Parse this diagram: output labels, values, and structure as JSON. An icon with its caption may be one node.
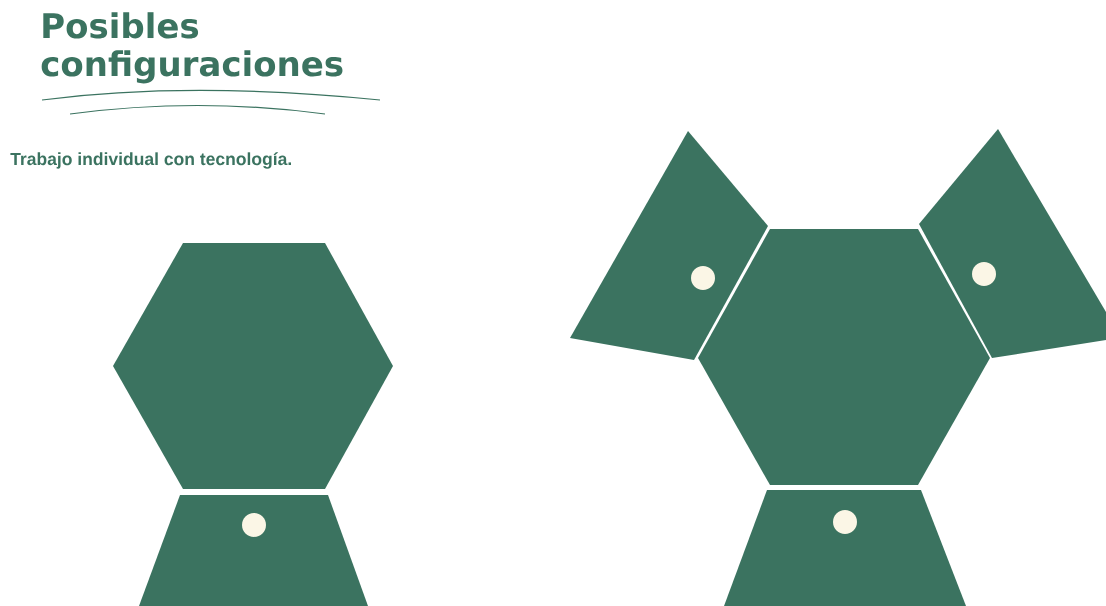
{
  "diagram": {
    "title": "Posibles configuraciones",
    "nodes": [
      {
        "text": [],
        "shape": "hexagon"
      },
      {
        "text": [],
        "shape": "trapezoid"
      },
      {
        "text": [],
        "shape": "circle",
        "in": 1
      },
      {
        "text": [],
        "shape": "quadrilateral"
      },
      {
        "text": [],
        "shape": "circle",
        "in": 3
      },
      {
        "text": [],
        "shape": "quadrilateral"
      },
      {
        "text": [],
        "shape": "circle",
        "in": 5
      },
      {
        "text": [],
        "shape": "hexagon"
      },
      {
        "text": [],
        "shape": "trapezoid"
      },
      {
        "text": [],
        "shape": "circle",
        "in": 8
      }
    ],
    "labels": [
      "Trabajo individual con tecnología."
    ]
  }
}
